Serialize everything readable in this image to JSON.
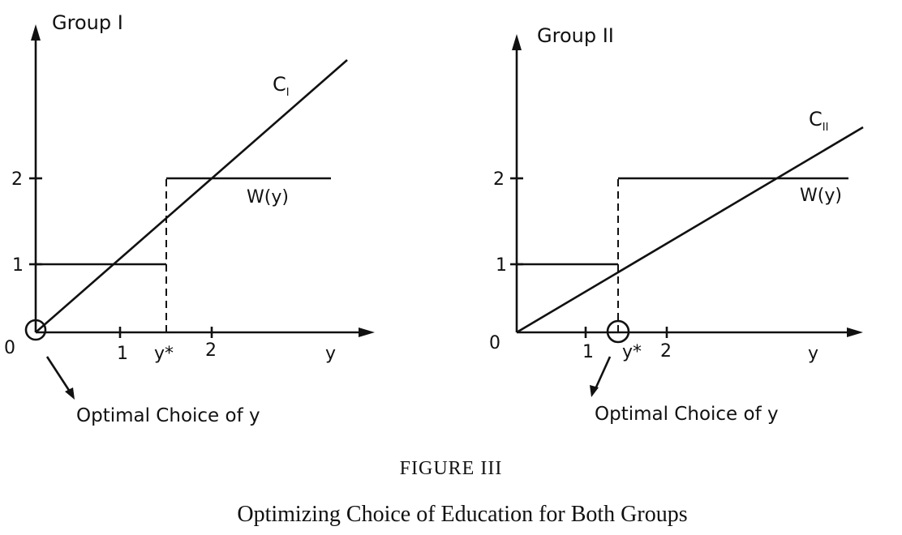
{
  "figure": {
    "label": "FIGURE III",
    "caption": "Optimizing Choice of Education for Both Groups"
  },
  "panels": [
    {
      "title": "Group I",
      "origin_label": "0",
      "x_label": "y",
      "x_ticks": [
        "1",
        "y*",
        "2"
      ],
      "y_ticks": [
        "1",
        "2"
      ],
      "cost_label_main": "C",
      "cost_label_sub": "I",
      "wage_label": "W(y)",
      "annotation": "Optimal Choice of y"
    },
    {
      "title": "Group II",
      "origin_label": "0",
      "x_label": "y",
      "x_ticks": [
        "1",
        "y*",
        "2"
      ],
      "y_ticks": [
        "1",
        "2"
      ],
      "cost_label_main": "C",
      "cost_label_sub": "II",
      "wage_label": "W(y)",
      "annotation": "Optimal Choice of y"
    }
  ],
  "colors": {
    "ink": "#111111",
    "background": "#ffffff"
  }
}
